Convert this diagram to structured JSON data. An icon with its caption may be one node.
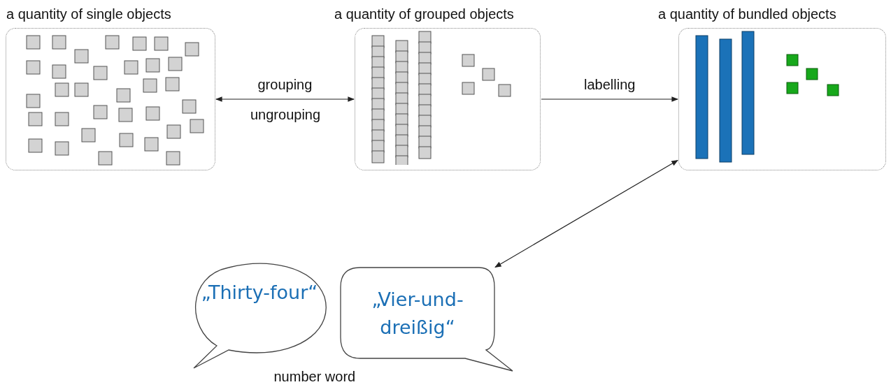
{
  "diagram": {
    "nodes": [
      {
        "text": [
          "a quantity of single objects"
        ]
      },
      {
        "text": [
          "a quantity of grouped objects"
        ]
      },
      {
        "text": [
          "a quantity of bundled objects"
        ]
      },
      {
        "text": [
          "„Thirty-four“"
        ]
      },
      {
        "text": [
          "„Vier-und-dreißig“"
        ]
      }
    ],
    "edges": [
      {
        "from": 0,
        "to": 1,
        "arrow": "both",
        "label": "grouping"
      },
      {
        "from": 1,
        "to": 2,
        "arrow": "to",
        "label": "labelling"
      },
      {
        "from": 2,
        "to": 4,
        "arrow": "both"
      }
    ],
    "labels": [
      "ungrouping",
      "number word"
    ]
  }
}
